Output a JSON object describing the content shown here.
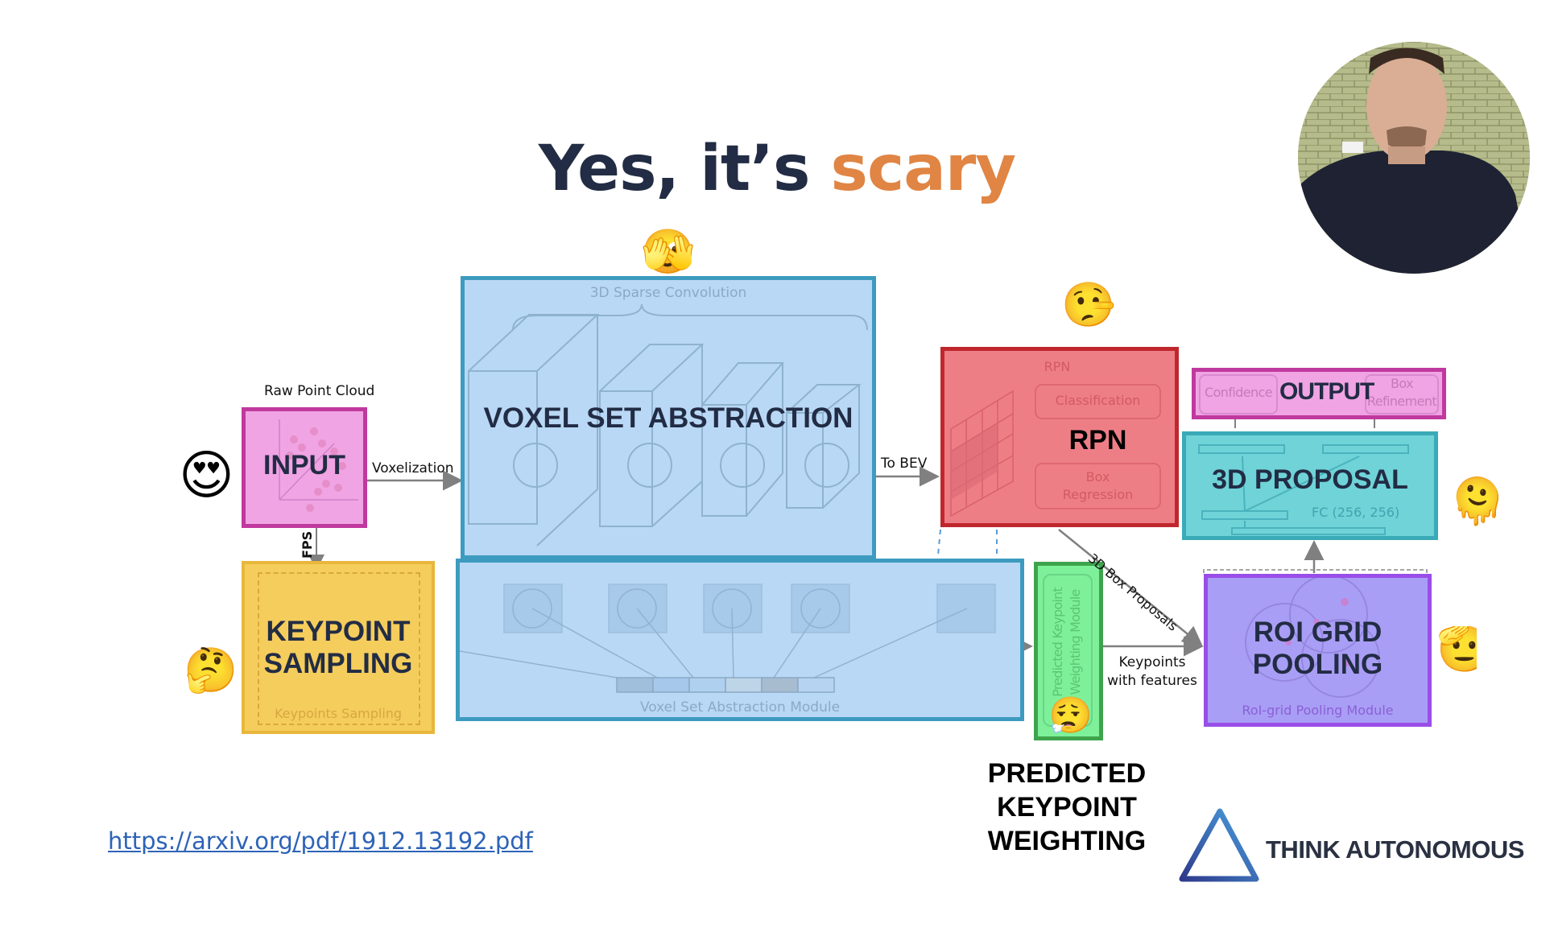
{
  "slide": {
    "title_part1": "Yes, it’s ",
    "title_part2": "scary",
    "title_colors": {
      "dark": "#222c44",
      "accent": "#e08544"
    }
  },
  "diagram": {
    "input": {
      "label": "INPUT",
      "caption": "Raw Point Cloud",
      "color": "#f0a4e4",
      "border": "#c0399e",
      "emoji": "😍"
    },
    "fps_label": "FPS",
    "voxelization_label": "Voxelization",
    "vsa": {
      "label": "VOXEL SET ABSTRACTION",
      "sub_label": "3D Sparse Convolution",
      "color": "#b9d8f5",
      "border": "#3d9bbf",
      "emoji": "🫣"
    },
    "to_bev_label": "To BEV",
    "rpn": {
      "label": "RPN",
      "sub_label": "RPN",
      "classification": "Classification",
      "box_regression_1": "Box",
      "box_regression_2": "Regression",
      "color": "#ee7e86",
      "border": "#c0272d",
      "emoji": "🤥"
    },
    "output": {
      "label": "OUTPUT",
      "confidence": "Confidence",
      "box_refinement_1": "Box",
      "box_refinement_2": "Refinement",
      "color": "#f0a4e4",
      "border": "#c0399e"
    },
    "proposal": {
      "label": "3D PROPOSAL",
      "fc_label": "FC (256, 256)",
      "color": "#6fd3d8",
      "border": "#3aaab8",
      "emoji": "🫠"
    },
    "keypoint_sampling": {
      "label_1": "KEYPOINT",
      "label_2": "SAMPLING",
      "sub_label": "Keypoints Sampling",
      "color": "#f5cd5c",
      "border": "#e8b73b",
      "emoji": "🤔"
    },
    "vsa_module": {
      "sub_label": "Voxel Set Abstraction Module",
      "color": "#b9d8f5",
      "border": "#3d9bbf"
    },
    "pkw": {
      "sub_label_1": "Predicted Keypoint",
      "sub_label_2": "Weighting Module",
      "color": "#7ef09a",
      "border": "#3fa34d",
      "emoji": "😮‍💨",
      "caption_1": "PREDICTED",
      "caption_2": "KEYPOINT",
      "caption_3": "WEIGHTING"
    },
    "box_proposals_label": "3D Box Proposals",
    "keypoints_label_1": "Keypoints",
    "keypoints_label_2": "with features",
    "roi": {
      "label_1": "ROI GRID",
      "label_2": "POOLING",
      "sub_label": "RoI-grid Pooling Module",
      "color": "#a99ef5",
      "border": "#9a4ee8",
      "emoji": "🫡"
    }
  },
  "footer": {
    "link": "https://arxiv.org/pdf/1912.13192.pdf",
    "brand": "THINK AUTONOMOUS"
  },
  "icons": {
    "logo": "triangle-outline-icon",
    "webcam": "presenter-video"
  }
}
